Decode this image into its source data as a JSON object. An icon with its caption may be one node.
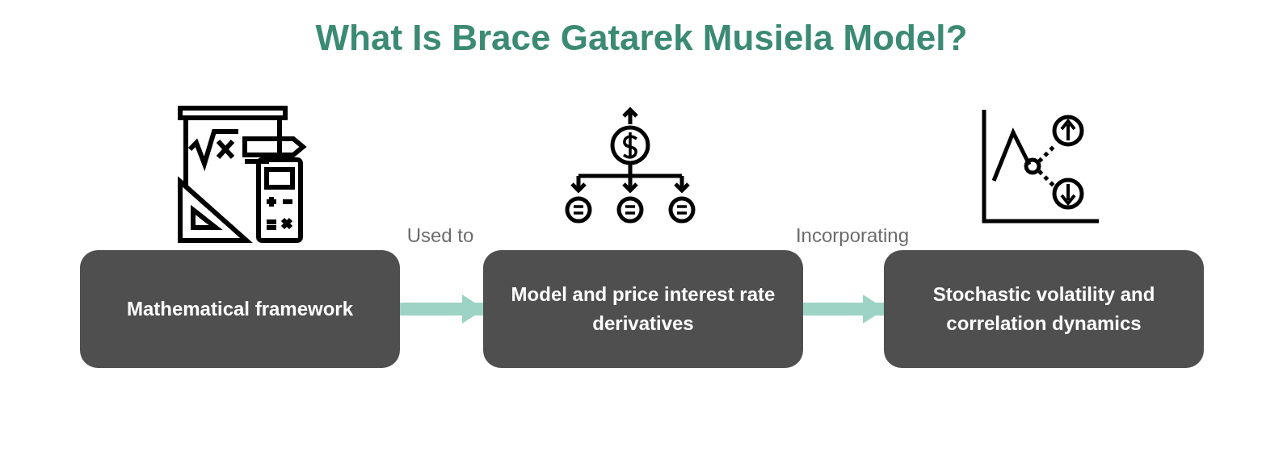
{
  "diagram": {
    "title": "What Is Brace Gatarek Musiela Model?",
    "nodes": [
      {
        "text": [
          "Mathematical framework"
        ]
      },
      {
        "text": [
          "Model and price interest rate derivatives"
        ]
      },
      {
        "text": [
          "Stochastic volatility and correlation dynamics"
        ]
      }
    ],
    "edges": [
      {
        "from": 0,
        "to": 1,
        "arrow": "to",
        "label": "Used to"
      },
      {
        "from": 1,
        "to": 2,
        "arrow": "to",
        "label": "Incorporating"
      }
    ]
  }
}
